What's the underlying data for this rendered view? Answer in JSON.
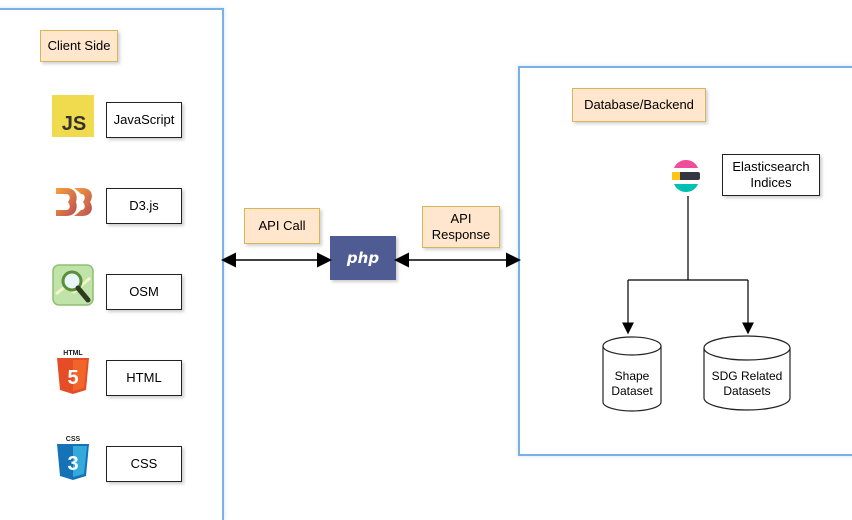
{
  "client": {
    "title": "Client Side",
    "items": [
      {
        "label": "JavaScript",
        "icon": "javascript-icon"
      },
      {
        "label": "D3.js",
        "icon": "d3-icon"
      },
      {
        "label": "OSM",
        "icon": "osm-icon"
      },
      {
        "label": "HTML",
        "icon": "html5-icon"
      },
      {
        "label": "CSS",
        "icon": "css3-icon"
      }
    ]
  },
  "middle": {
    "api_call": "API Call",
    "api_response_line1": "API",
    "api_response_line2": "Response",
    "server_label": "php"
  },
  "backend": {
    "title": "Database/Backend",
    "search_line1": "Elasticsearch",
    "search_line2": "Indices",
    "datasets": [
      {
        "line1": "Shape",
        "line2": "Dataset"
      },
      {
        "line1": "SDG Related",
        "line2": "Datasets"
      }
    ]
  },
  "colors": {
    "panel_border": "#7ab0e4",
    "tag_fill": "#ffe6cc",
    "tag_border": "#d6b656",
    "php": "#4f5b93"
  }
}
